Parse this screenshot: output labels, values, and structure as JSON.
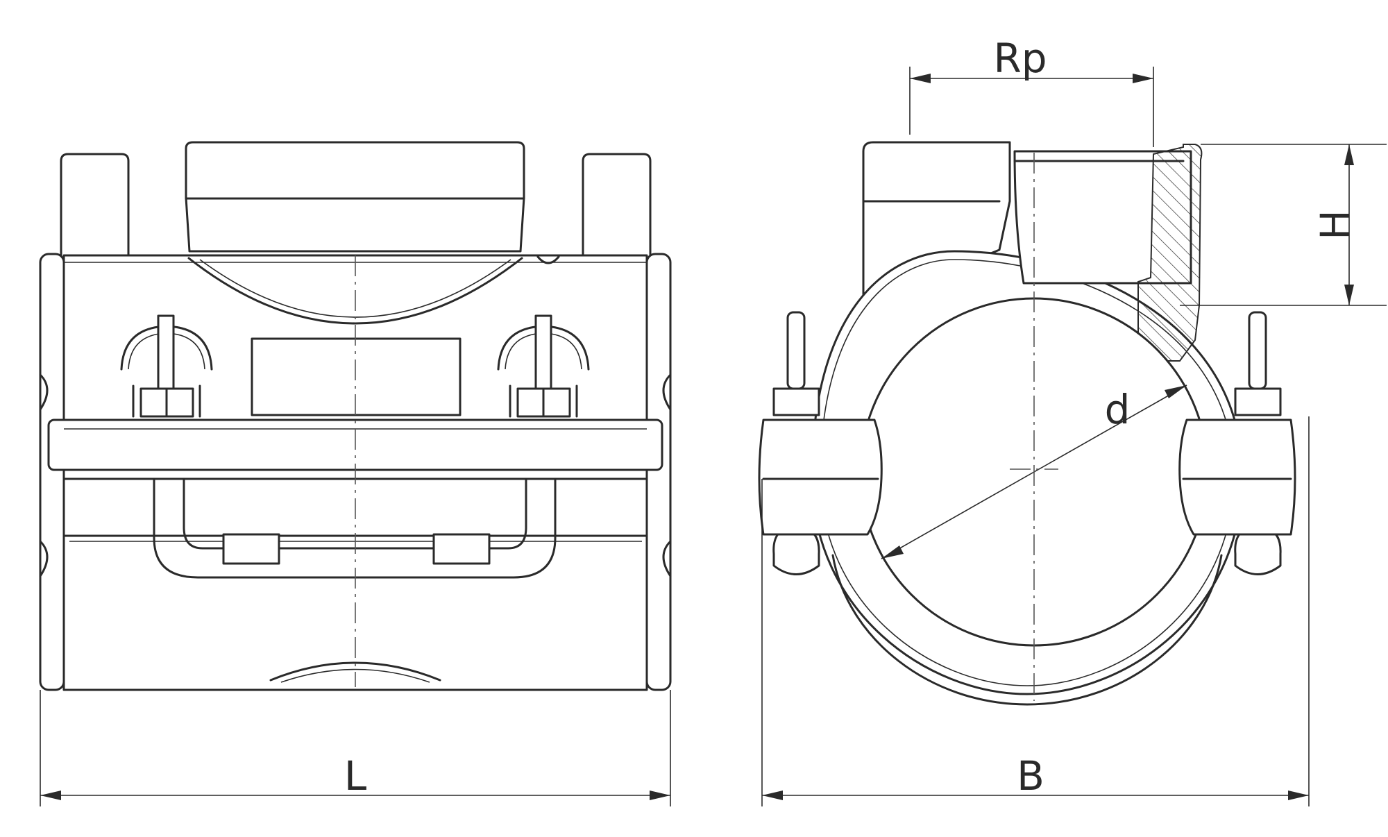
{
  "drawing": {
    "front_view": {
      "dimension_label": "L"
    },
    "side_view": {
      "width_label": "B",
      "thread_label": "Rp",
      "height_label": "H",
      "diameter_label": "d"
    }
  },
  "colors": {
    "line": "#2a2a2a",
    "background": "#ffffff"
  }
}
